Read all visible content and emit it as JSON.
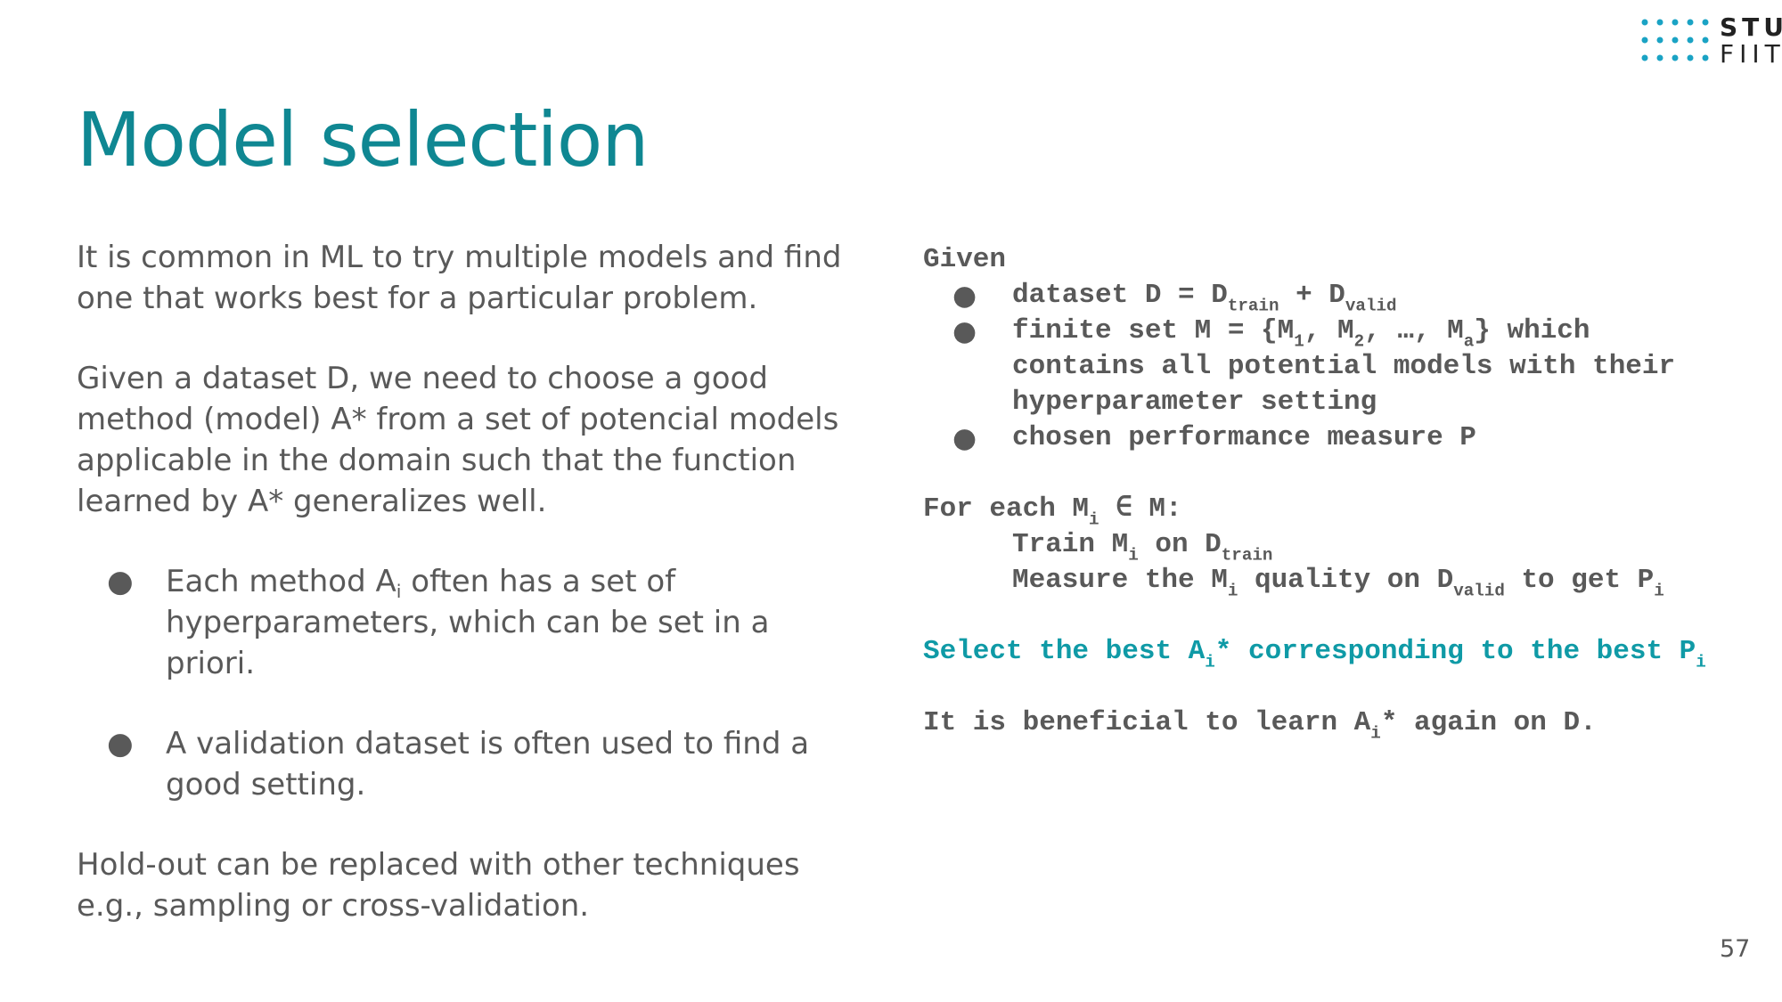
{
  "logo": {
    "line1": "STU",
    "line2": "FIIT"
  },
  "title": "Model selection",
  "left": {
    "p1": "It is common in ML to try multiple models and find one that works best for a particular problem.",
    "p2": "Given a dataset D, we need to choose a good method (model) A* from a set of potencial models applicable in the domain such that the function learned by A* generalizes well.",
    "bullets": {
      "b1_pre": "Each method A",
      "b1_sub": "i",
      "b1_post": " often has a set of hyperparameters, which can be set in a priori.",
      "b2": "A validation dataset is often used to find a good setting."
    },
    "p3": "Hold-out can be replaced with other techniques e.g., sampling or cross-validation."
  },
  "algo": {
    "given": "Given",
    "bullet1": {
      "a": "dataset D = D",
      "s1": "train",
      "b": " + D",
      "s2": "valid"
    },
    "bullet2": {
      "a": "finite set M = {M",
      "s1": "1",
      "b": ", M",
      "s2": "2",
      "c": ", …, M",
      "s3": "a",
      "d": "} which",
      "line2": "contains all potential models with their",
      "line3": "hyperparameter setting"
    },
    "bullet3": "chosen performance measure P",
    "for": {
      "a": "For each M",
      "s": "i",
      "b": " ∈ M:"
    },
    "train": {
      "a": "Train M",
      "s1": "i",
      "b": " on D",
      "s2": "train"
    },
    "measure": {
      "a": "Measure the M",
      "s1": "i",
      "b": " quality on D",
      "s2": "valid",
      "c": " to get P",
      "s3": "i"
    },
    "select": {
      "a": "Select the best A",
      "s1": "i",
      "b": "* corresponding to the best P",
      "s2": "i"
    },
    "beneficial": {
      "a": "It is beneficial to learn A",
      "s": "i",
      "b": "* again on D."
    }
  },
  "bullet_glyph": "●",
  "page_number": "57",
  "colors": {
    "accent": "#0f8792",
    "body": "#595959",
    "logo_dots": "#1aa3c4"
  }
}
